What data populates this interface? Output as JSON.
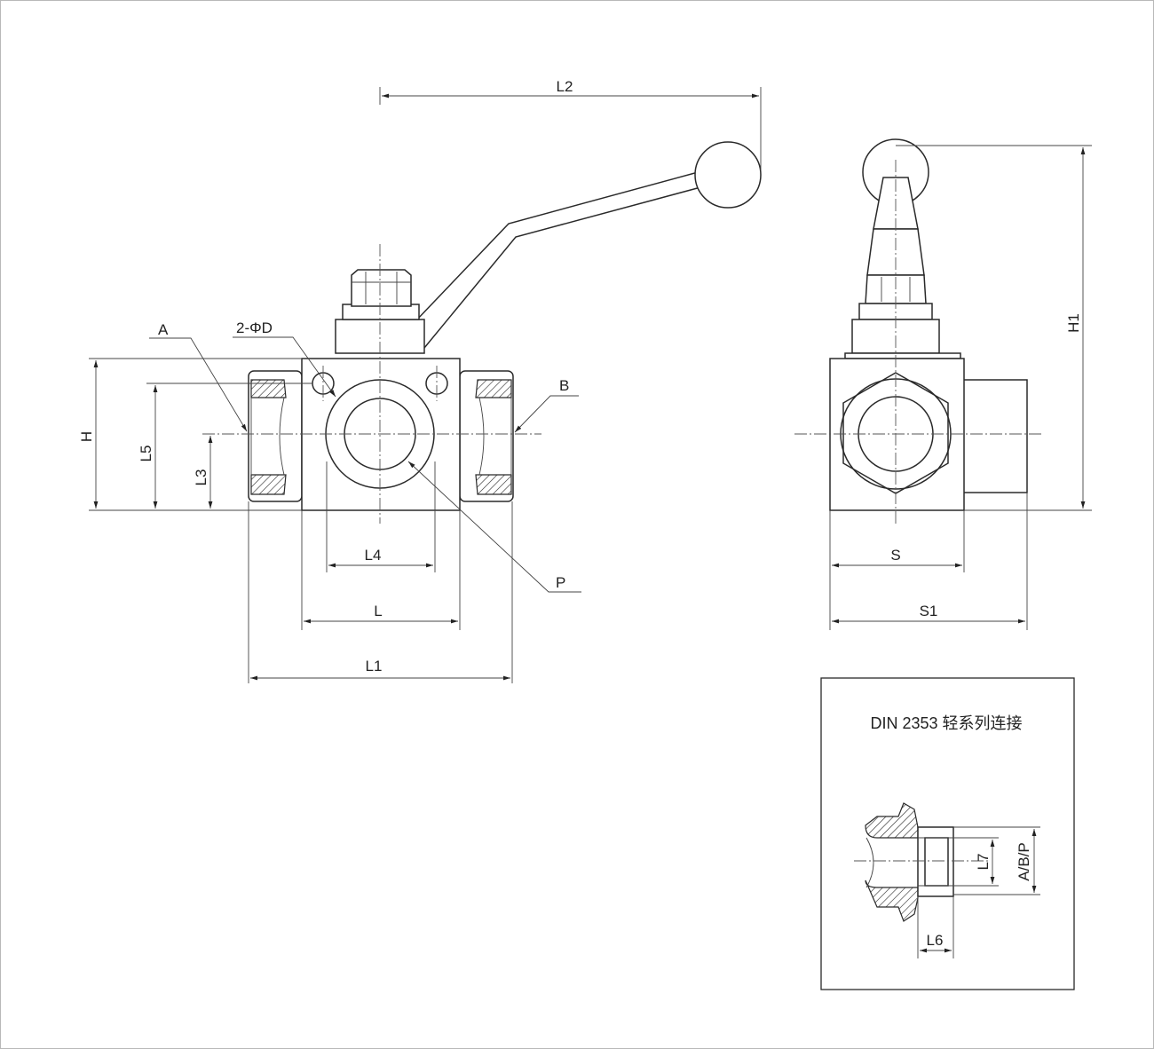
{
  "front_view": {
    "port_a": "A",
    "port_b": "B",
    "port_p": "P",
    "mount_holes": "2-ΦD",
    "dims": {
      "h": "H",
      "l5": "L5",
      "l3": "L3",
      "l4": "L4",
      "l": "L",
      "l1": "L1",
      "l2": "L2"
    }
  },
  "side_view": {
    "dims": {
      "h1": "H1",
      "s": "S",
      "s1": "S1"
    }
  },
  "detail": {
    "title": "DIN 2353 轻系列连接",
    "dims": {
      "l7": "L7",
      "abp": "A/B/P",
      "l6": "L6"
    }
  }
}
